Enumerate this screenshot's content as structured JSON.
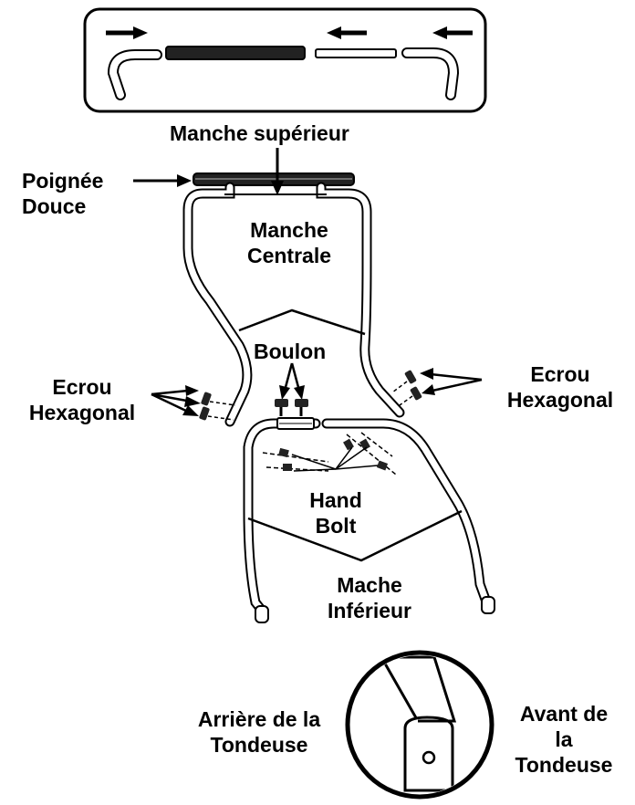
{
  "labels": {
    "manche_superieur": "Manche supérieur",
    "poignee_douce": [
      "Poignée",
      "Douce"
    ],
    "manche_centrale": [
      "Manche",
      "Centrale"
    ],
    "boulon": "Boulon",
    "ecrou_left": [
      "Ecrou",
      "Hexagonal"
    ],
    "ecrou_right": [
      "Ecrou",
      "Hexagonal"
    ],
    "hand_bolt": [
      "Hand",
      "Bolt"
    ],
    "mache_inferieur": [
      "Mache",
      "Inférieur"
    ],
    "arriere": [
      "Arrière de la",
      "Tondeuse"
    ],
    "avant": [
      "Avant de",
      "la",
      "Tondeuse"
    ]
  },
  "colors": {
    "ink": "#000000",
    "background": "#ffffff",
    "handle_dark": "#222222"
  }
}
